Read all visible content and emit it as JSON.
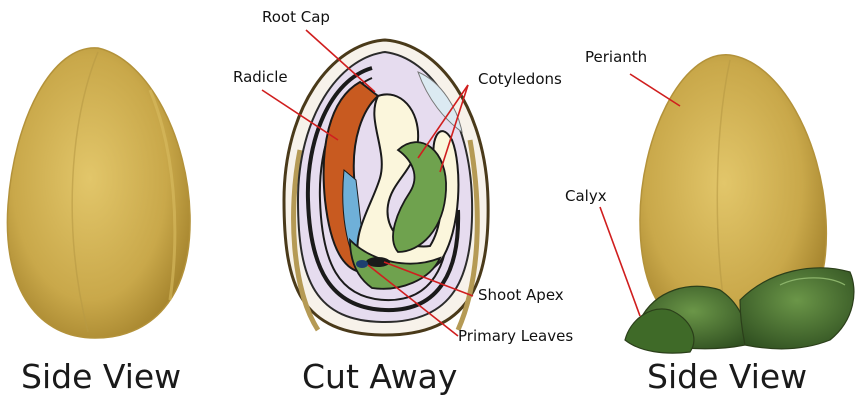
{
  "captions": {
    "left": "Side View",
    "middle": "Cut Away",
    "right": "Side View"
  },
  "labels": {
    "root_cap": "Root Cap",
    "radicle": "Radicle",
    "cotyledons": "Cotyledons",
    "shoot_apex": "Shoot Apex",
    "primary_leaves": "Primary Leaves",
    "perianth": "Perianth",
    "calyx": "Calyx"
  },
  "colors": {
    "seed_coat": "#c9a84a",
    "seed_shadow": "#9f7f2e",
    "radicle": "#c85a20",
    "cotyledon": "#6fa24e",
    "embryo_cream": "#fbf6dc",
    "lavender_fill": "#e6dcef",
    "calyx_leaf": "#4f7a34",
    "leader_line": "#d01e1e"
  }
}
